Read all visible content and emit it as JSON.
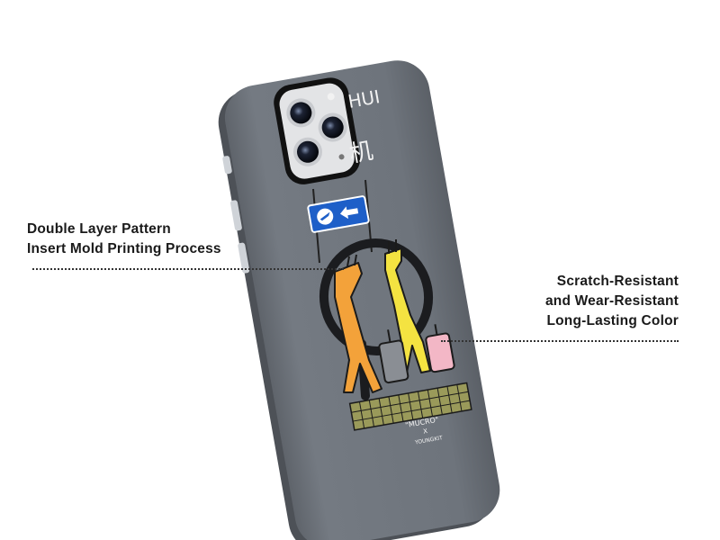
{
  "callouts": {
    "left": {
      "line1": "Double Layer Pattern",
      "line2": "Insert Mold Printing Process"
    },
    "right": {
      "line1": "Scratch-Resistant",
      "line2": "and Wear-Resistant",
      "line3": "Long-Lasting Color"
    }
  },
  "case_print": {
    "hanzi_top": "HUI",
    "hanzi_bottom": "机",
    "brand_top": "\"MUCRO\"",
    "brand_x": "X",
    "brand_bottom": "YOUNGKIT"
  },
  "colors": {
    "case_gray": "#6f757d",
    "sign_blue": "#1e5fc8",
    "giraffe_orange": "#f3a23a",
    "giraffe_yellow": "#f4e341",
    "luggage_pink": "#f3b7c6",
    "text_dark": "#1a1a1a"
  },
  "icons": [
    "airplane-icon",
    "arrow-left-icon",
    "camera-lens-icon",
    "magsafe-ring-icon"
  ]
}
